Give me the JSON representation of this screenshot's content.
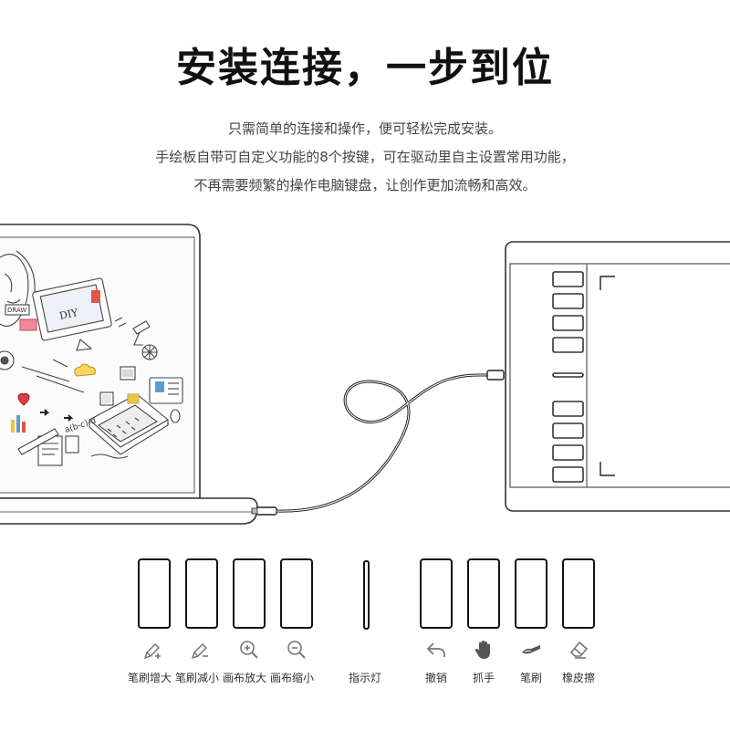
{
  "title": "安装连接，一步到位",
  "description": [
    "只需简单的连接和操作，便可轻松完成安装。",
    "手绘板自带可自定义功能的8个按键，可在驱动里自主设置常用功能，",
    "不再需要频繁的操作电脑键盘，让创作更加流畅和高效。"
  ],
  "keys": [
    {
      "label": "笔刷增大",
      "icon": "pen-plus-icon"
    },
    {
      "label": "笔刷减小",
      "icon": "pen-minus-icon"
    },
    {
      "label": "画布放大",
      "icon": "zoom-in-icon"
    },
    {
      "label": "画布缩小",
      "icon": "zoom-out-icon"
    },
    {
      "label": "指示灯",
      "icon": "indicator-light"
    },
    {
      "label": "撤销",
      "icon": "undo-icon"
    },
    {
      "label": "抓手",
      "icon": "hand-icon"
    },
    {
      "label": "笔刷",
      "icon": "brush-icon"
    },
    {
      "label": "橡皮擦",
      "icon": "eraser-icon"
    }
  ],
  "laptop_screen_labels": [
    "DRAW",
    "DIY",
    "a(b-c)-d"
  ]
}
